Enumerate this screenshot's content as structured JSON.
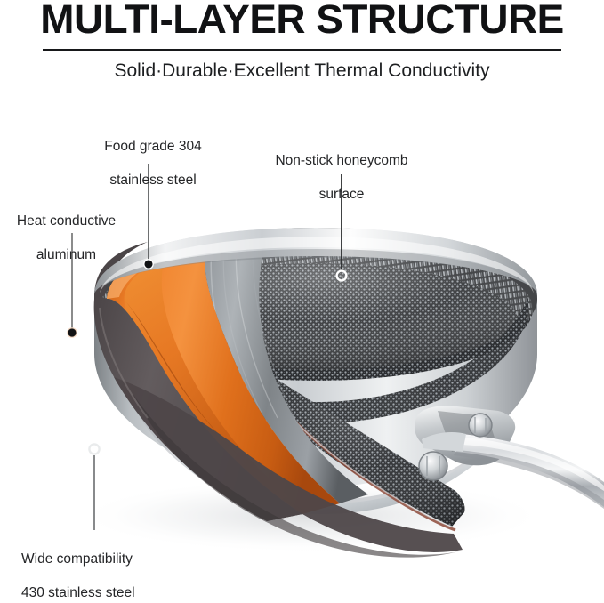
{
  "header": {
    "title": "MULTI-LAYER STRUCTURE",
    "subtitle": "Solid·Durable·Excellent Thermal Conductivity",
    "rule": "horizontal-rule"
  },
  "callouts": [
    {
      "id": "food-grade-304",
      "text": "Food grade 304\nstainless steel",
      "line1": "Food grade 304",
      "line2": "stainless steel",
      "marker": "filled-dot",
      "points_to": "304-stainless-steel-layer"
    },
    {
      "id": "non-stick-honeycomb",
      "text": "Non-stick honeycomb\nsurface",
      "line1": "Non-stick honeycomb",
      "line2": "surface",
      "marker": "open-circle",
      "points_to": "honeycomb-cooking-surface"
    },
    {
      "id": "heat-conductive-aluminum",
      "text": "Heat conductive\naluminum",
      "line1": "Heat conductive",
      "line2": "aluminum",
      "marker": "filled-dot",
      "points_to": "aluminum-core-layer"
    },
    {
      "id": "wide-compatibility-430",
      "text": "Wide compatibility\n430 stainless steel",
      "line1": "Wide compatibility",
      "line2": "430 stainless steel",
      "marker": "open-circle",
      "points_to": "430-stainless-steel-base-layer"
    }
  ],
  "illustration": {
    "name": "cutaway-frying-pan",
    "parts": [
      "pan-body",
      "honeycomb-cooking-surface",
      "304-stainless-steel-layer",
      "aluminum-core-layer",
      "430-stainless-steel-base-layer",
      "pan-rim",
      "pan-base",
      "handle",
      "rivet-upper",
      "rivet-lower"
    ]
  },
  "colors": {
    "title": "#111214",
    "subtitle": "#1d1f21",
    "label": "#242527",
    "background": "#ffffff",
    "aluminum_orange": "#e4701c",
    "aluminum_orange_light": "#f08a34",
    "aluminum_orange_dark": "#a9480f",
    "steel_304_gray": "#8e9296",
    "steel_430_dark": "#5b5456",
    "honeycomb_dark": "#2e3033",
    "stainless_light": "#e2e4e6",
    "stainless_mid": "#b9bdc1",
    "leader_line": "#4a4c4e"
  }
}
